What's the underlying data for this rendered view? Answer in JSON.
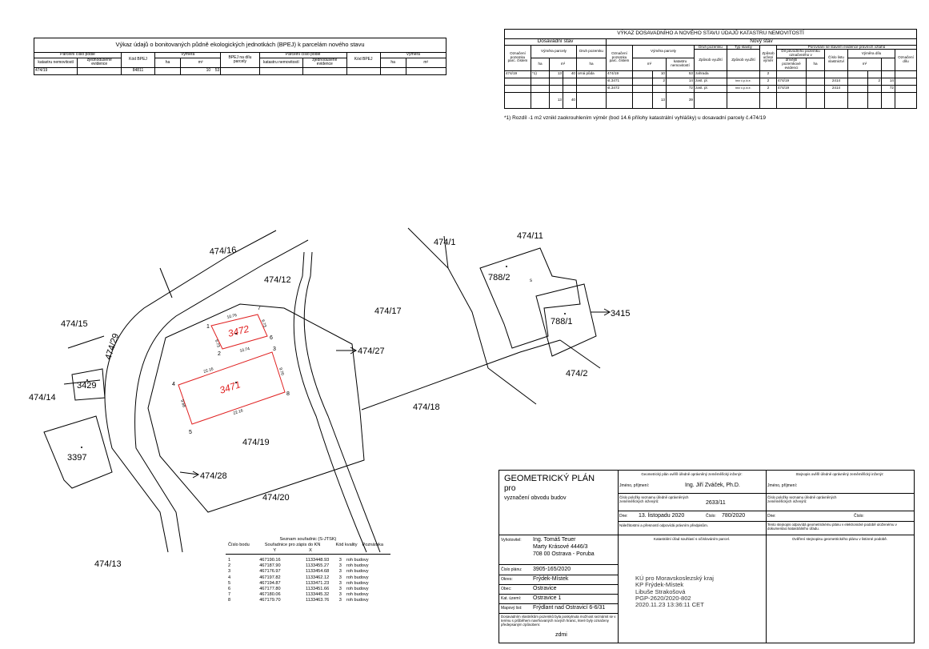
{
  "bpej": {
    "title": "Výkaz údajů o bonitovaných půdně ekologických jednotkách (BPEJ) k parcelám nového stavu",
    "col_parcel": "Parcelní číslo podle",
    "col_kat": "katastru nemovitostí",
    "col_zjed": "zjednodušené evidence",
    "col_kod": "Kód BPEJ",
    "col_vymera": "Výměra",
    "col_ha": "ha",
    "col_m2": "m²",
    "col_bpej_dil": "BPEJ na dílu parcely",
    "row": {
      "parcel": "474/19",
      "kod": "84811",
      "vymera_m2a": "10",
      "vymera_m2b": "53"
    }
  },
  "vykaz": {
    "title": "VÝKAZ DOSAVADNÍHO A NOVÉHO STAVU ÚDAJŮ KATASTRU NEMOVITOSTÍ",
    "dosavadni": "Dosavadní stav",
    "novy": "Nový stav",
    "h_oznaceni": "Označení pozemku parc. číslem",
    "h_vymera_parcely": "Výměra parcely",
    "h_druh": "Druh pozemku",
    "h_zpusob": "Způsob využití",
    "h_typ": "Typ stavby",
    "h_zpusob_urceni": "Způsob určení výměr",
    "h_porovnani": "Porovnání se stavem evidence právních vztahů",
    "h_dil_puvodni": "Díl původního pozemku označeného v",
    "h_kat": "katastru nemovitostí",
    "h_drivejsi": "dřívější pozemkové evidenci",
    "h_cislo_lv": "Číslo listu vlastnictví",
    "h_vymera_dilu": "Výměra dílu",
    "h_oznaceni_dilu": "Označení dílu",
    "h_ha": "ha",
    "h_m2": "m²",
    "old": {
      "parcel": "474/19",
      "mark": "*1)",
      "a": "13",
      "b": "40",
      "druh": "orná půda"
    },
    "rows": [
      {
        "parcel": "474/19",
        "a": "10",
        "b": "53",
        "druh": "zahrada",
        "typ": "",
        "urceni": "2",
        "kn": "",
        "lv": "",
        "dil": "",
        "dil2": ""
      },
      {
        "parcel": "st.3471",
        "a": "2",
        "b": "14",
        "druh": "zast. pl.",
        "typ": "bez č.p./č.e.",
        "urceni": "2",
        "kn": "474/19",
        "lv": "2414",
        "dil": "2",
        "dil2": "14"
      },
      {
        "parcel": "st.3472",
        "a": "",
        "b": "72",
        "druh": "zast. pl.",
        "typ": "bez č.p./č.e.",
        "urceni": "2",
        "kn": "474/19",
        "lv": "2414",
        "dil": "",
        "dil2": "72"
      }
    ],
    "sum_old_a": "13",
    "sum_old_b": "40",
    "sum_new_a": "13",
    "sum_new_b": "39",
    "footnote": "*1) Rozdíl -1 m2 vznikl zaokrouhlením výměr (bod 14.6 přílohy katastrální vyhlášky) u dosavadní parcely č.474/19"
  },
  "map": {
    "parcels": [
      "474/16",
      "474/12",
      "474/15",
      "474/29",
      "474/14",
      "3429",
      "3397",
      "474/13",
      "474/28",
      "474/20",
      "474/19",
      "474/27",
      "474/17",
      "474/1",
      "474/11",
      "788/2",
      "788/1",
      "3415",
      "474/2",
      "474/18"
    ],
    "bld1": "3472",
    "bld2": "3471",
    "pts": [
      "1",
      "2",
      "3",
      "4",
      "5",
      "6",
      "7",
      "8"
    ],
    "dims": [
      "10.76",
      "6.73",
      "6.73",
      "10.74",
      "22.16",
      "9.70",
      "9.68",
      "22.16"
    ],
    "s_mark": "s"
  },
  "coords": {
    "title": "Seznam souřadnic (S-JTSK)",
    "h_cislo": "Číslo bodu",
    "h_souradnice": "Souřadnice pro zápis do KN",
    "h_y": "Y",
    "h_x": "X",
    "h_kod": "Kód kvality",
    "h_pozn": "Poznámka",
    "rows": [
      [
        "1",
        "467190.16",
        "1133448.93",
        "3",
        "roh budovy"
      ],
      [
        "2",
        "467187.90",
        "1133455.27",
        "3",
        "roh budovy"
      ],
      [
        "3",
        "467176.97",
        "1133454.68",
        "3",
        "roh budovy"
      ],
      [
        "4",
        "467197.82",
        "1133462.12",
        "3",
        "roh budovy"
      ],
      [
        "5",
        "467194.87",
        "1133471.23",
        "3",
        "roh budovy"
      ],
      [
        "6",
        "467177.80",
        "1133451.66",
        "3",
        "roh budovy"
      ],
      [
        "7",
        "467180.06",
        "1133445.32",
        "3",
        "roh budovy"
      ],
      [
        "8",
        "467179.70",
        "1133463.76",
        "3",
        "roh budovy"
      ]
    ]
  },
  "gp": {
    "title1": "GEOMETRICKÝ PLÁN",
    "title2": "pro",
    "title3": "vyznačení obvodu budov",
    "vyhotovitel_label": "Vyhotovitel:",
    "vyhotovitel": [
      "Ing. Tomáš Teuer",
      "Marty Krásové 4446/3",
      "708 00 Ostrava - Poruba"
    ],
    "cislo_label": "Číslo plánu:",
    "cislo": "3905-165/2020",
    "okres_label": "Okres:",
    "okres": "Frýdek-Místek",
    "obec_label": "Obec:",
    "obec": "Ostravice",
    "ku_label": "Kat. území:",
    "ku": "Ostravice 1",
    "mapa_label": "Mapový list:",
    "mapa": "Frýdlant nad Ostravicí 6-6/31",
    "dosavadni_text": "Dosavadním vlastníkům pozemků byla poskytnuta možnost seznámit se v terénu s průběhem navrhovaných nových hranic, které byly označeny předepsaným způsobem:",
    "zdmi": "zdmi",
    "ov_title": "Geometrický plán ověřil úředně oprávněný zeměměřický inženýr:",
    "jmeno_label": "Jméno, příjmení:",
    "jmeno": "Ing. Jiří Zváček, Ph.D.",
    "cislo_polozky_label": "Číslo položky seznamu úředně oprávněných zeměměřických inženýrů:",
    "cislo_polozky": "2633/11",
    "dne_label": "Dne:",
    "dne": "13. listopadu 2020",
    "cislo2_label": "Číslo:",
    "cislo2": "780/2020",
    "nalezitosti": "Náležitostmi a přesností odpovídá právním předpisům.",
    "stejnopis_title": "Stejnopis ověřil úředně oprávněný zeměměřický inženýr:",
    "jmeno2_label": "Jméno, příjmení:",
    "cislo_polozky2_label": "Číslo položky seznamu úředně oprávněných zeměměřických inženýrů:",
    "dne3_label": "Dne:",
    "cislo3_label": "Číslo:",
    "stejnopis_text": "Tento stejnopis odpovídá geometrickému plánu v elektronické podobě uloženému v dokumentaci katastrálního úřadu.",
    "ku_souhlas": "Katastrální úřad souhlasí s očíslováním parcel.",
    "overeni": "Ověření stejnopisu geometrického plánu v listinné podobě.",
    "stamp": [
      "KÚ pro Moravskoslezský kraj",
      "KP Frýdek-Místek",
      "Libuše Strakošová",
      "PGP-2620/2020-802",
      "2020.11.23 13:36:11 CET"
    ]
  }
}
